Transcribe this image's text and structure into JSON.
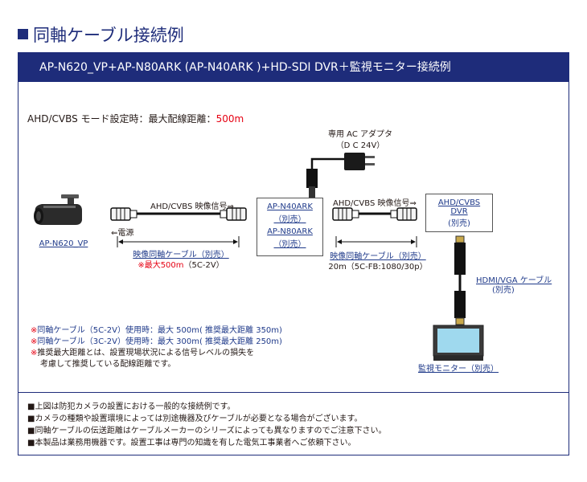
{
  "page_title": "同軸ケーブル接続例",
  "banner": "AP-N620_VP+AP-N80ARK (AP-N40ARK )+HD-SDI DVR＋監視モニター接続例",
  "setting": {
    "label": "AHD/CVBS モード設定時：最大配線距離：",
    "value": "500m",
    "value_color": "#e60012"
  },
  "adapter": {
    "name": "専用 AC アダプタ",
    "voltage": "（D C 24V）"
  },
  "camera": {
    "label": "AP-N620_VP"
  },
  "power": {
    "label": "⇐電源"
  },
  "signal_left": "AHD/CVBS 映像信号⇒",
  "signal_right": "AHD/CVBS 映像信号⇒",
  "converter": {
    "model_1": "AP-N40ARK",
    "model_1_note": "（別売）",
    "model_2": "AP-N80ARK",
    "model_2_note": "（別売）"
  },
  "dvr": {
    "line1": "AHD/CVBS",
    "line2": "DVR",
    "note": "(別売)"
  },
  "cable_left": {
    "name": "映像同軸ケーブル（別売）",
    "max": "※最大500m",
    "spec": "（5C-2V）"
  },
  "cable_right": {
    "name": "映像同軸ケーブル（別売）",
    "spec": "20m（5C-FB:1080/30p）"
  },
  "hdmi": {
    "name": "HDMI/VGA ケーブル",
    "note": "(別売)"
  },
  "monitor": {
    "label": "監視モニター（別売）"
  },
  "notes": [
    {
      "mark": "※",
      "text": "同軸ケーブル（5C-2V）使用時：最大 500m( 推奨最大距離 350m)"
    },
    {
      "mark": "※",
      "text": "同軸ケーブル（3C-2V）使用時：最大 300m( 推奨最大距離 250m)"
    },
    {
      "mark": "※",
      "text": "推奨最大距離とは、設置現場状況による信号レベルの損失を"
    },
    {
      "mark": "",
      "text": "考慮して推奨している配線距離です。"
    }
  ],
  "footnotes": [
    "■上図は防犯カメラの設置における一般的な接続例です。",
    "■カメラの種類や設置環境によっては別途機器及びケーブルが必要となる場合がございます。",
    "■同軸ケーブルの伝送距離はケーブルメーカーのシリーズによっても異なりますのでご注意下さい。",
    "■本製品は業務用機器です。設置工事は専門の知識を有した電気工事業者へご依頼下さい。"
  ],
  "colors": {
    "navy": "#1e2c7a",
    "link_blue": "#1f3a8a",
    "red": "#e60012"
  },
  "icons": [
    "camera-icon",
    "bnc-connector-icon",
    "ac-adapter-icon",
    "hdmi-plug-icon",
    "monitor-icon",
    "dimension-arrow-icon"
  ]
}
